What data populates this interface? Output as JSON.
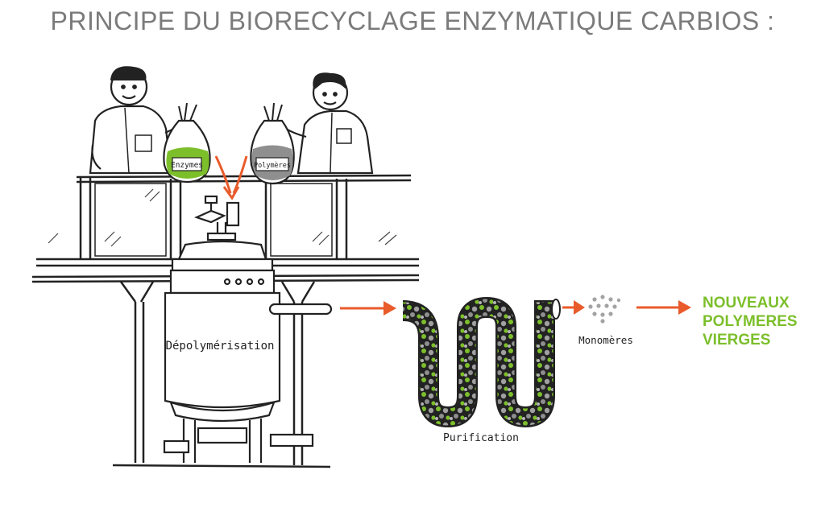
{
  "title": "PRINCIPE DU BIORECYCLAGE ENZYMATIQUE CARBIOS :",
  "labels": {
    "enzymes_bag": "Enzymes",
    "polymers_bag": "Polymères",
    "reactor": "Dépolymérisation",
    "purification": "Purification",
    "monomers": "Monomères"
  },
  "result": [
    "NOUVEAUX",
    "POLYMERES",
    "VIERGES"
  ],
  "colors": {
    "accent_arrow": "#e95b2b",
    "green": "#7cbf2b",
    "grey": "#8f8f8f",
    "title": "#7b7b7b",
    "ink": "#222222"
  }
}
